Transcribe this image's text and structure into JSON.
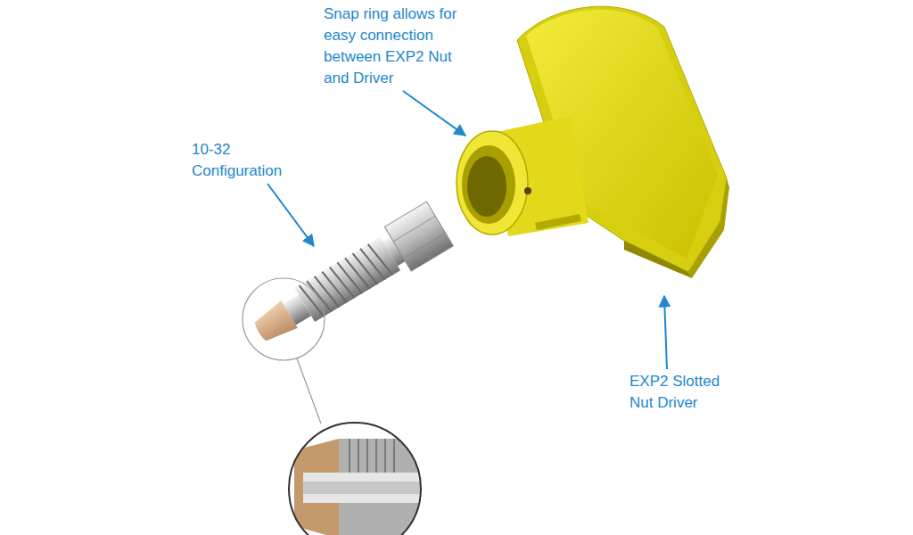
{
  "diagram": {
    "labels": [
      "Snap ring allows for easy connection between EXP2 Nut and Driver",
      "10-32 Configuration",
      "EXP2 Slotted Nut Driver"
    ]
  }
}
